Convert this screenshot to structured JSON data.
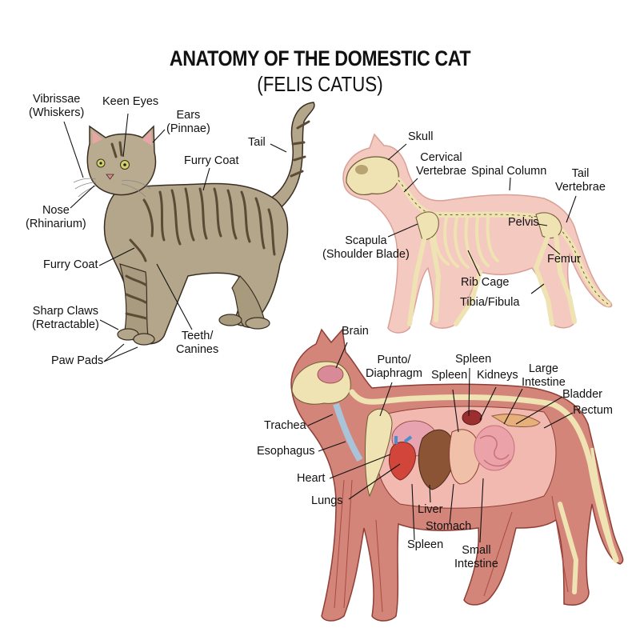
{
  "title": "ANATOMY OF THE DOMESTIC CAT",
  "subtitle": "(FELIS CATUS)",
  "colors": {
    "tabby_base": "#b3a68a",
    "tabby_stripe": "#5b4a36",
    "skeleton_body": "#f2c4bb",
    "bone": "#efe2b3",
    "muscle": "#c9665a",
    "organ_liver": "#8b5535",
    "organ_heart": "#d2453a",
    "intestine": "#eba2a8",
    "brain": "#d98a99"
  },
  "external_view": {
    "labels": [
      {
        "id": "vibrissae",
        "line1": "Vibrissae",
        "line2": "(Whiskers)"
      },
      {
        "id": "keen-eyes",
        "line1": "Keen Eyes",
        "line2": ""
      },
      {
        "id": "ears",
        "line1": "Ears",
        "line2": "(Pinnae)"
      },
      {
        "id": "tail",
        "line1": "Tail",
        "line2": ""
      },
      {
        "id": "furry-coat-top",
        "line1": "Furry Coat",
        "line2": ""
      },
      {
        "id": "nose",
        "line1": "Nose",
        "line2": "(Rhinarium)"
      },
      {
        "id": "furry-coat-side",
        "line1": "Furry Coat",
        "line2": ""
      },
      {
        "id": "sharp-claws",
        "line1": "Sharp Claws",
        "line2": "(Retractable)"
      },
      {
        "id": "teeth",
        "line1": "Teeth/",
        "line2": "Canines"
      },
      {
        "id": "paw-pads",
        "line1": "Paw Pads",
        "line2": ""
      }
    ]
  },
  "skeletal_view": {
    "labels": [
      {
        "id": "skull",
        "line1": "Skull",
        "line2": ""
      },
      {
        "id": "cervical",
        "line1": "Cervical",
        "line2": "Vertebrae"
      },
      {
        "id": "spinal-column",
        "line1": "Spinal Column",
        "line2": ""
      },
      {
        "id": "tail-vertebrae",
        "line1": "Tail",
        "line2": "Vertebrae"
      },
      {
        "id": "pelvis",
        "line1": "Pelvis",
        "line2": ""
      },
      {
        "id": "scapula",
        "line1": "Scapula",
        "line2": "(Shoulder Blade)"
      },
      {
        "id": "femur",
        "line1": "Femur",
        "line2": ""
      },
      {
        "id": "rib-cage",
        "line1": "Rib Cage",
        "line2": ""
      },
      {
        "id": "tibia",
        "line1": "Tibia/Fibula",
        "line2": ""
      }
    ]
  },
  "internal_view": {
    "labels": [
      {
        "id": "brain",
        "line1": "Brain",
        "line2": ""
      },
      {
        "id": "diaphragm",
        "line1": "Punto/",
        "line2": "Diaphragm"
      },
      {
        "id": "spleen-top",
        "line1": "Spleen",
        "line2": ""
      },
      {
        "id": "spleen-mid",
        "line1": "Spleen",
        "line2": ""
      },
      {
        "id": "kidneys",
        "line1": "Kidneys",
        "line2": ""
      },
      {
        "id": "large-intestine",
        "line1": "Large",
        "line2": "Intestine"
      },
      {
        "id": "bladder",
        "line1": "Bladder",
        "line2": ""
      },
      {
        "id": "rectum",
        "line1": "Rectum",
        "line2": ""
      },
      {
        "id": "trachea",
        "line1": "Trachea",
        "line2": ""
      },
      {
        "id": "esophagus",
        "line1": "Esophagus",
        "line2": ""
      },
      {
        "id": "heart",
        "line1": "Heart",
        "line2": ""
      },
      {
        "id": "lungs",
        "line1": "Lungs",
        "line2": ""
      },
      {
        "id": "liver",
        "line1": "Liver",
        "line2": ""
      },
      {
        "id": "stomach",
        "line1": "Stomach",
        "line2": ""
      },
      {
        "id": "spleen-bottom",
        "line1": "Spleen",
        "line2": ""
      },
      {
        "id": "small-intestine",
        "line1": "Small",
        "line2": "Intestine"
      }
    ]
  }
}
